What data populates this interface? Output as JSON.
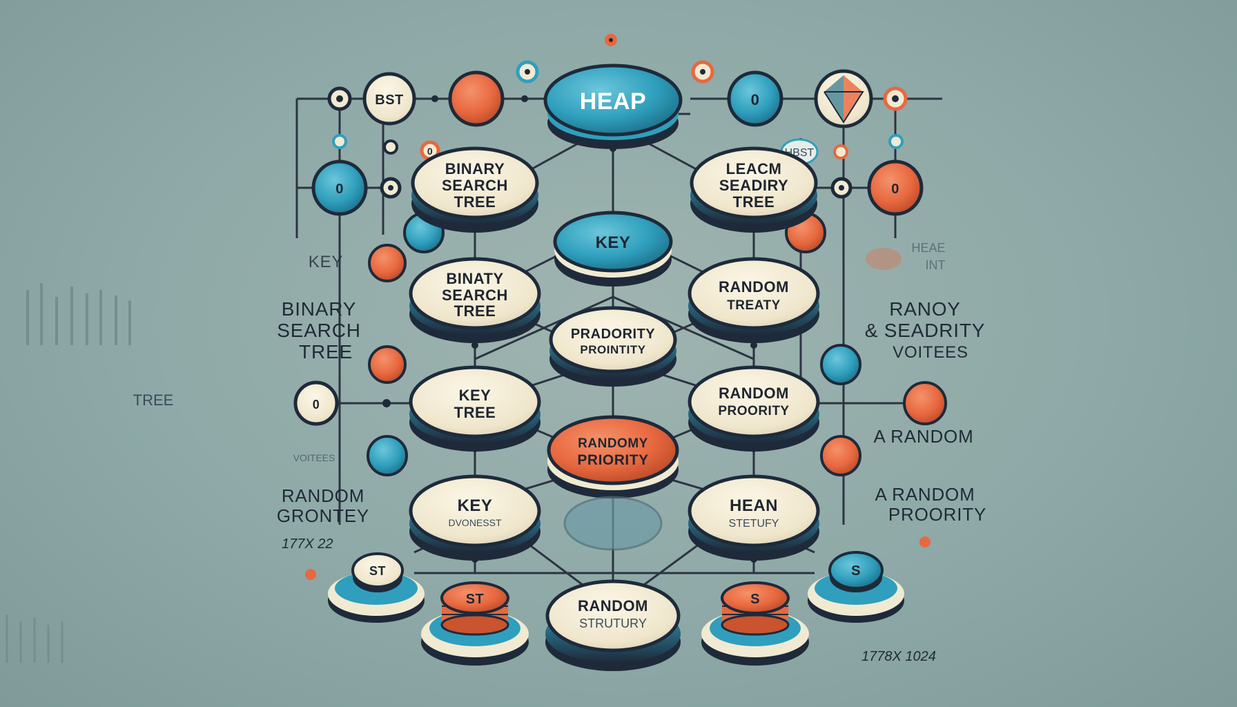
{
  "colors": {
    "background": "#8ea9a7",
    "line": "#2b3440",
    "cream": "#f1ead2",
    "blue": "#2f9fbd",
    "orange": "#e8683f",
    "dark": "#1e2a3a"
  },
  "nodes": {
    "top_heap": "HEAP",
    "top_right_left": [
      "LEACM",
      "SEADIRY",
      "TREE"
    ],
    "top_left": [
      "BINARY",
      "SEARCH",
      "TREE"
    ],
    "key_center": "KEY",
    "mid_left": [
      "BINATY",
      "SEARCH",
      "TREE"
    ],
    "mid_right": [
      "RANDOM",
      "TREATY"
    ],
    "center_priority": [
      "PRADORITY",
      "PROINTITY"
    ],
    "left_key_tree": [
      "KEY",
      "TREE"
    ],
    "right_random_priority": [
      "RANDOM",
      "PROORITY"
    ],
    "center_random_priority": [
      "RANDOMY",
      "PRIORITY"
    ],
    "left_key_bottom": [
      "KEY",
      "DVONESST"
    ],
    "right_heap": [
      "HEAN",
      "STETUFY"
    ],
    "bottom_random": [
      "RANDOM",
      "STRUTURY"
    ],
    "small_bst": "BST",
    "small_st_left": "ST",
    "small_st_orange": "ST",
    "small_s_orange": "S",
    "small_s_blue": "S",
    "hbst": "HBST",
    "small_zero": "0"
  },
  "side_labels": {
    "key_left": "KEY",
    "binary_search_tree": [
      "BINARY",
      "SEARCH",
      "TREE"
    ],
    "tree_far_left": "TREE",
    "voitees_left": "VOITEES",
    "random_grontey": [
      "RANDOM",
      "GRONTEY"
    ],
    "dimensions_left": "177X 22",
    "heap_int": [
      "HEAE",
      "INT"
    ],
    "ranoy_seadrity": [
      "RANOY",
      "& SEADRITY",
      "VOITEES"
    ],
    "a_random": "A RANDOM",
    "a_random_priority": [
      "A RANDOM",
      "PROORITY"
    ],
    "dimensions_right": "1778X 1024"
  }
}
